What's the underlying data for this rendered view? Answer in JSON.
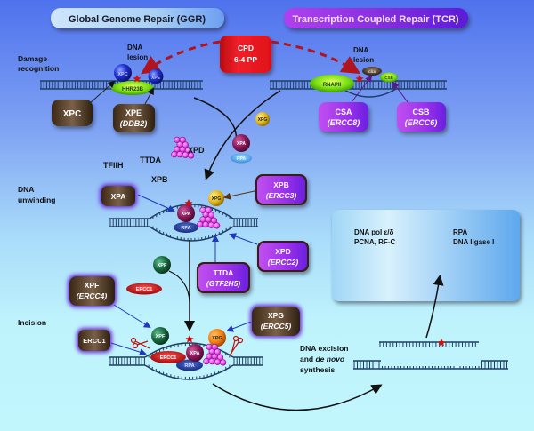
{
  "headers": {
    "ggr": "Global Genome Repair (GGR)",
    "tcr": "Transcription Coupled Repair (TCR)"
  },
  "stages": {
    "damage_recognition": [
      "Damage",
      "recognition"
    ],
    "dna_unwinding": [
      "DNA",
      "unwinding"
    ],
    "incision": "Incision",
    "excision": [
      "DNA excision",
      "and ",
      "de novo",
      "synthesis"
    ]
  },
  "lesion": {
    "label": [
      "CPD",
      "6-4 PP"
    ],
    "color": "#e8141c"
  },
  "dna_lesion_label": [
    "DNA",
    "lesion"
  ],
  "ggr": {
    "proteins": {
      "xpc": "XPC",
      "xpe": "XPE",
      "hhr23b": "HHR23B"
    },
    "boxes": [
      {
        "name": "XPC",
        "gene": ""
      },
      {
        "name": "XPE",
        "gene": "(DDB2)"
      }
    ]
  },
  "tcr": {
    "proteins": {
      "rnapii": "RNAPII",
      "csa": "CSA",
      "csb": "CSB"
    },
    "boxes": [
      {
        "name": "CSA",
        "gene": "(ERCC8)"
      },
      {
        "name": "CSB",
        "gene": "(ERCC6)"
      }
    ]
  },
  "tfiih": {
    "label": "TFIIH",
    "subunits": {
      "ttda": "TTDA",
      "xpd": "XPD",
      "xpb": "XPB"
    }
  },
  "free_proteins": {
    "xpg": "XPG",
    "xpa": "XPA",
    "rpa": "RPA",
    "xpf": "XPF",
    "ercc1": "ERCC1"
  },
  "unwinding_boxes": [
    {
      "name": "XPA",
      "gene": ""
    },
    {
      "name": "XPB",
      "gene": "(ERCC3)"
    },
    {
      "name": "XPD",
      "gene": "(ERCC2)"
    },
    {
      "name": "TTDA",
      "gene": "(GTF2H5)"
    }
  ],
  "incision_boxes": [
    {
      "name": "XPF",
      "gene": "(ERCC4)"
    },
    {
      "name": "ERCC1",
      "gene": ""
    },
    {
      "name": "XPG",
      "gene": "(ERCC5)"
    }
  ],
  "synthesis_panel": {
    "left": [
      "DNA pol ε/δ",
      "PCNA, RF-C"
    ],
    "right": [
      "RPA",
      "DNA ligase I"
    ]
  },
  "colors": {
    "brown_box": "#4a3420",
    "purple_box": "#9a2ee8",
    "purple_glow": "#6a2bd8",
    "dna": "#1e3f63",
    "arrow_red": "#b0141e",
    "green": "#7ee014",
    "xpg_yellow": "#e8c020",
    "xpa_maroon": "#8a1a5a",
    "rpa_blue": "#2a4aa0",
    "tfiih_pink": "#f060f0",
    "xpf_green": "#1a6a40",
    "ercc1_red": "#d01818"
  }
}
